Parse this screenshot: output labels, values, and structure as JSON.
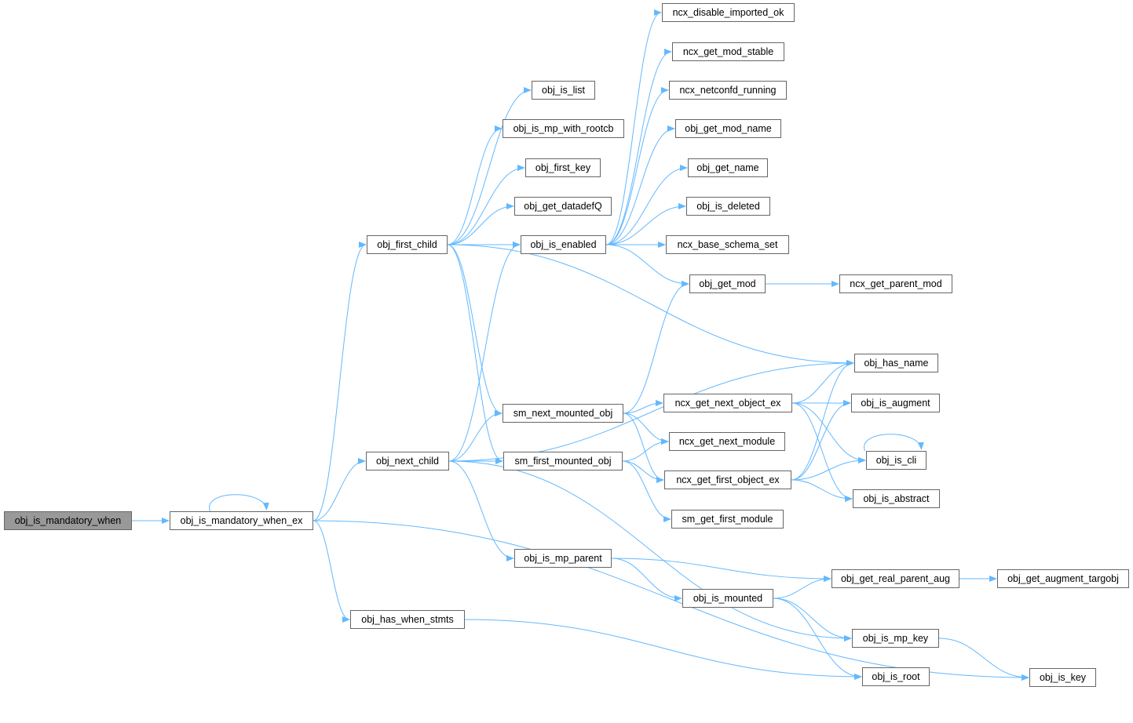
{
  "colors": {
    "edge": "#63b8ff",
    "root_fill": "#999999",
    "node_border": "#666666"
  },
  "nodes": [
    {
      "id": "n0",
      "label": "obj_is_mandatory_when",
      "root": true
    },
    {
      "id": "n1",
      "label": "obj_is_mandatory_when_ex"
    },
    {
      "id": "n2",
      "label": "obj_first_child"
    },
    {
      "id": "n3",
      "label": "obj_next_child"
    },
    {
      "id": "n4",
      "label": "obj_has_when_stmts"
    },
    {
      "id": "n5",
      "label": "obj_is_list"
    },
    {
      "id": "n6",
      "label": "obj_is_mp_with_rootcb"
    },
    {
      "id": "n7",
      "label": "obj_first_key"
    },
    {
      "id": "n8",
      "label": "obj_get_datadefQ"
    },
    {
      "id": "n9",
      "label": "obj_is_enabled"
    },
    {
      "id": "n10",
      "label": "sm_next_mounted_obj"
    },
    {
      "id": "n11",
      "label": "sm_first_mounted_obj"
    },
    {
      "id": "n12",
      "label": "obj_is_mp_parent"
    },
    {
      "id": "n13",
      "label": "ncx_disable_imported_ok"
    },
    {
      "id": "n14",
      "label": "ncx_get_mod_stable"
    },
    {
      "id": "n15",
      "label": "ncx_netconfd_running"
    },
    {
      "id": "n16",
      "label": "obj_get_mod_name"
    },
    {
      "id": "n17",
      "label": "obj_get_name"
    },
    {
      "id": "n18",
      "label": "obj_is_deleted"
    },
    {
      "id": "n19",
      "label": "ncx_base_schema_set"
    },
    {
      "id": "n20",
      "label": "obj_get_mod"
    },
    {
      "id": "n21",
      "label": "ncx_get_parent_mod"
    },
    {
      "id": "n22",
      "label": "obj_has_name"
    },
    {
      "id": "n23",
      "label": "ncx_get_next_object_ex"
    },
    {
      "id": "n24",
      "label": "obj_is_augment"
    },
    {
      "id": "n25",
      "label": "ncx_get_next_module"
    },
    {
      "id": "n26",
      "label": "obj_is_cli"
    },
    {
      "id": "n27",
      "label": "ncx_get_first_object_ex"
    },
    {
      "id": "n28",
      "label": "obj_is_abstract"
    },
    {
      "id": "n29",
      "label": "sm_get_first_module"
    },
    {
      "id": "n30",
      "label": "obj_get_real_parent_aug"
    },
    {
      "id": "n31",
      "label": "obj_get_augment_targobj"
    },
    {
      "id": "n32",
      "label": "obj_is_mounted"
    },
    {
      "id": "n33",
      "label": "obj_is_mp_key"
    },
    {
      "id": "n34",
      "label": "obj_is_root"
    },
    {
      "id": "n35",
      "label": "obj_is_key"
    }
  ],
  "edges": [
    [
      "n0",
      "n1"
    ],
    [
      "n1",
      "n1"
    ],
    [
      "n1",
      "n2"
    ],
    [
      "n1",
      "n3"
    ],
    [
      "n1",
      "n4"
    ],
    [
      "n1",
      "n35"
    ],
    [
      "n2",
      "n5"
    ],
    [
      "n2",
      "n6"
    ],
    [
      "n2",
      "n7"
    ],
    [
      "n2",
      "n8"
    ],
    [
      "n2",
      "n9"
    ],
    [
      "n2",
      "n22"
    ],
    [
      "n2",
      "n10"
    ],
    [
      "n2",
      "n11"
    ],
    [
      "n3",
      "n9"
    ],
    [
      "n3",
      "n22"
    ],
    [
      "n3",
      "n10"
    ],
    [
      "n3",
      "n11"
    ],
    [
      "n3",
      "n12"
    ],
    [
      "n3",
      "n33"
    ],
    [
      "n4",
      "n34"
    ],
    [
      "n9",
      "n13"
    ],
    [
      "n9",
      "n14"
    ],
    [
      "n9",
      "n15"
    ],
    [
      "n9",
      "n16"
    ],
    [
      "n9",
      "n17"
    ],
    [
      "n9",
      "n18"
    ],
    [
      "n9",
      "n19"
    ],
    [
      "n9",
      "n20"
    ],
    [
      "n20",
      "n21"
    ],
    [
      "n10",
      "n20"
    ],
    [
      "n10",
      "n23"
    ],
    [
      "n10",
      "n25"
    ],
    [
      "n10",
      "n27"
    ],
    [
      "n11",
      "n25"
    ],
    [
      "n11",
      "n27"
    ],
    [
      "n11",
      "n29"
    ],
    [
      "n23",
      "n22"
    ],
    [
      "n23",
      "n24"
    ],
    [
      "n23",
      "n26"
    ],
    [
      "n23",
      "n28"
    ],
    [
      "n27",
      "n22"
    ],
    [
      "n27",
      "n24"
    ],
    [
      "n27",
      "n26"
    ],
    [
      "n27",
      "n28"
    ],
    [
      "n26",
      "n26"
    ],
    [
      "n12",
      "n30"
    ],
    [
      "n12",
      "n32"
    ],
    [
      "n32",
      "n30"
    ],
    [
      "n32",
      "n33"
    ],
    [
      "n32",
      "n34"
    ],
    [
      "n30",
      "n31"
    ],
    [
      "n33",
      "n35"
    ]
  ]
}
